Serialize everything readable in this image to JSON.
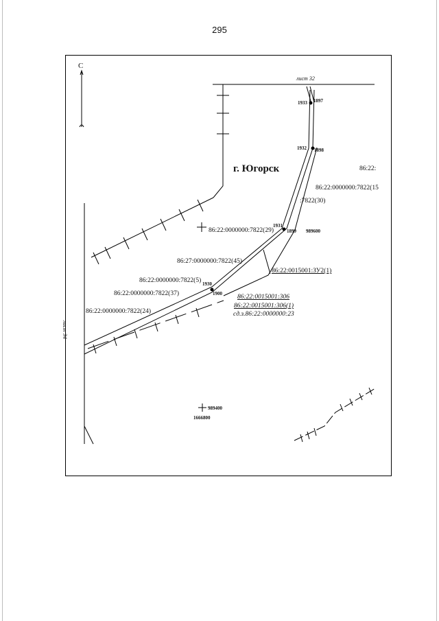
{
  "page": {
    "number": "295"
  },
  "map": {
    "north_label": "С",
    "town": "г. Югорск",
    "sheets": {
      "top": "лист 32",
      "left": "лист 34"
    },
    "grid": {
      "x1": "989600",
      "x2": "989400",
      "y2": "1666800"
    },
    "points": [
      "1897",
      "1933",
      "1932",
      "1898",
      "1931",
      "1899",
      "1930",
      "1900"
    ],
    "parcels": {
      "p_right": "86:22:",
      "p_15": "86:22:0000000:7822(15",
      "p_30": ":7822(30)",
      "p_29": "86:22:0000000:7822(29)",
      "p_45": "86:27:0000000:7822(45)",
      "p_5": "86:22:0000000:7822(5)",
      "p_37": "86:22:0000000:7822(37)",
      "p_24": "86:22:0000000:7822(24)",
      "zu2": "86:22:0015001:ЗУ2(1)",
      "p_306": "86:22:0015001:306",
      "p_306_1": "86:22:0015001:306(1)",
      "ez": "сд.з.86:22:0000000:23"
    }
  }
}
